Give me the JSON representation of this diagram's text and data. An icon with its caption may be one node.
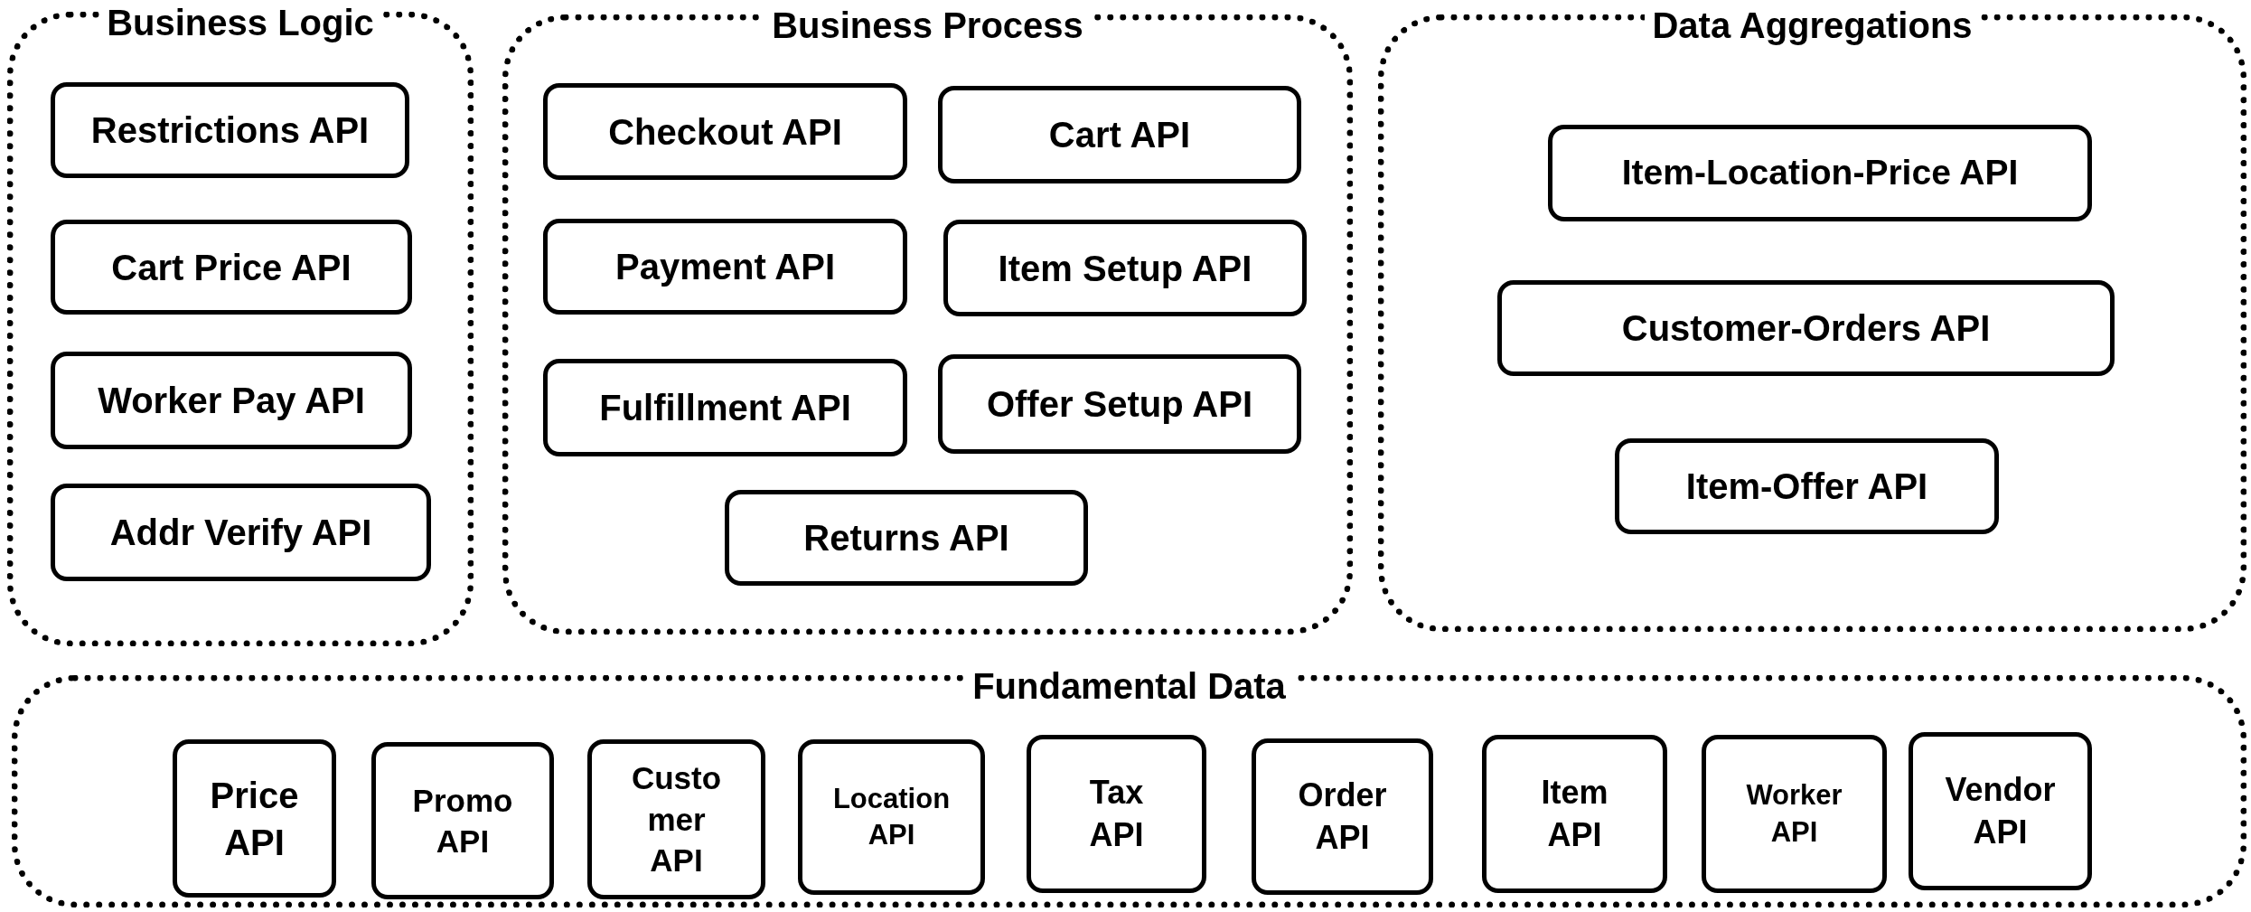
{
  "diagram": {
    "nodes": [
      {
        "text": [
          "Business Logic"
        ]
      },
      {
        "text": [
          "Restrictions API"
        ],
        "in": 0
      },
      {
        "text": [
          "Cart Price API"
        ],
        "in": 0
      },
      {
        "text": [
          "Worker Pay API"
        ],
        "in": 0
      },
      {
        "text": [
          "Addr Verify API"
        ],
        "in": 0
      },
      {
        "text": [
          "Business Process"
        ]
      },
      {
        "text": [
          "Checkout API"
        ],
        "in": 5
      },
      {
        "text": [
          "Cart API"
        ],
        "in": 5
      },
      {
        "text": [
          "Payment API"
        ],
        "in": 5
      },
      {
        "text": [
          "Item Setup API"
        ],
        "in": 5
      },
      {
        "text": [
          "Fulfillment API"
        ],
        "in": 5
      },
      {
        "text": [
          "Offer Setup API"
        ],
        "in": 5
      },
      {
        "text": [
          "Returns API"
        ],
        "in": 5
      },
      {
        "text": [
          "Data Aggregations"
        ]
      },
      {
        "text": [
          "Item-Location-Price API"
        ],
        "in": 13
      },
      {
        "text": [
          "Customer-Orders API"
        ],
        "in": 13
      },
      {
        "text": [
          "Item-Offer API"
        ],
        "in": 13
      },
      {
        "text": [
          "Fundamental Data"
        ]
      },
      {
        "text": [
          "Price API"
        ],
        "in": 17
      },
      {
        "text": [
          "Promo API"
        ],
        "in": 17
      },
      {
        "text": [
          "Custo mer API"
        ],
        "in": 17
      },
      {
        "text": [
          "Location API"
        ],
        "in": 17
      },
      {
        "text": [
          "Tax API"
        ],
        "in": 17
      },
      {
        "text": [
          "Order API"
        ],
        "in": 17
      },
      {
        "text": [
          "Item API"
        ],
        "in": 17
      },
      {
        "text": [
          "Worker API"
        ],
        "in": 17
      },
      {
        "text": [
          "Vendor API"
        ],
        "in": 17
      }
    ]
  }
}
